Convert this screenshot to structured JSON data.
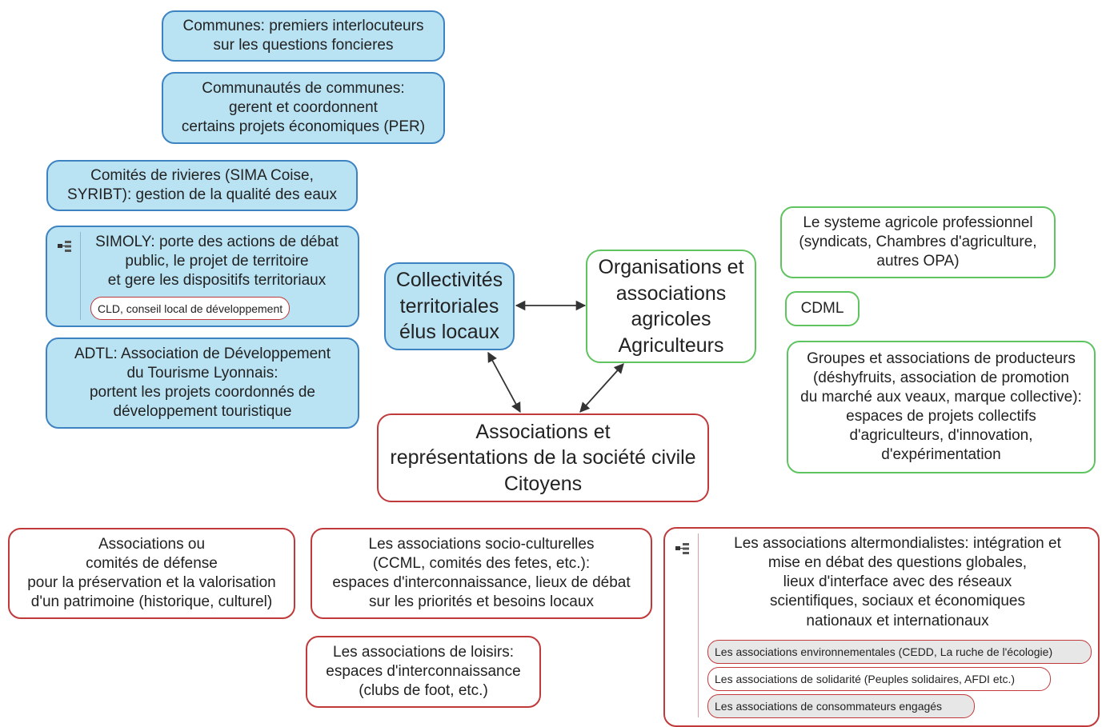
{
  "center": {
    "collectivites": "Collectivités\nterritoriales\nélus locaux",
    "organisations": "Organisations et\nassociations\nagricoles\nAgriculteurs",
    "associations": "Associations et\nreprésentations de la société civile\nCitoyens"
  },
  "left": {
    "communes": "Communes: premiers interlocuteurs\nsur les questions foncieres",
    "communautes": "Communautés de communes:\ngerent et coordonnent\ncertains projets  économiques (PER)",
    "comites": "Comités de rivieres (SIMA Coise,\nSYRIBT): gestion de la qualité des eaux",
    "simoly": "SIMOLY: porte des actions de débat\npublic, le projet de territoire\net gere les dispositifs territoriaux",
    "simoly_sub": "CLD, conseil local de développement",
    "adtl": "ADTL: Association de Développement\ndu Tourisme Lyonnais:\nportent les projets coordonnés de\ndéveloppement touristique"
  },
  "right": {
    "systeme": "Le systeme agricole professionnel\n(syndicats, Chambres d'agriculture,\nautres OPA)",
    "cdml": "CDML",
    "groupes": "Groupes et associations de producteurs\n(déshyfruits, association de promotion\ndu marché aux veaux, marque collective):\nespaces de projets  collectifs\nd'agriculteurs, d'innovation,\nd'expérimentation"
  },
  "bottom": {
    "patrimoine": "Associations ou\ncomités de défense\npour la préservation et la valorisation\nd'un patrimoine (historique, culturel)",
    "socio": "Les associations socio-culturelles\n(CCML, comités des fetes, etc.):\nespaces d'interconnaissance, lieux de débat\nsur les priorités et besoins locaux",
    "loisirs": "Les associations de loisirs:\nespaces d'interconnaissance\n(clubs de foot, etc.)",
    "alter": "Les associations altermondialistes: intégration et\nmise en débat des questions globales,\nlieux d'interface  avec des réseaux\nscientifiques, sociaux et économiques\nnationaux et internationaux",
    "alter_subs": [
      "Les associations environnementales (CEDD, La ruche de l'écologie)",
      "Les associations de solidarité (Peuples solidaires, AFDI etc.)",
      "Les associations de consommateurs engagés"
    ]
  },
  "colors": {
    "blue_fill": "#b9e2f3",
    "blue_border": "#3d83c2",
    "green_border": "#5fc45f",
    "red_border": "#c0393b",
    "arrow": "#333333"
  }
}
